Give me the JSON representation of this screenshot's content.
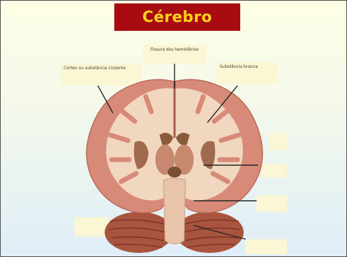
{
  "slide": {
    "title": "Cérebro",
    "labels": {
      "cortex": "Córtex ou substância cinzenta",
      "fissure": "Fissura dos hemisférios",
      "white_matter": "Substância branca"
    }
  },
  "colors": {
    "title_background": "#a80c10",
    "title_text": "#ffd21a",
    "label_background": "#fbf6d4",
    "brain_cortex": "#d88a78",
    "brain_white_matter": "#f1d7bf",
    "cerebellum": "#a8543f"
  },
  "image": {
    "subject": "coronal-section-of-human-brain"
  }
}
